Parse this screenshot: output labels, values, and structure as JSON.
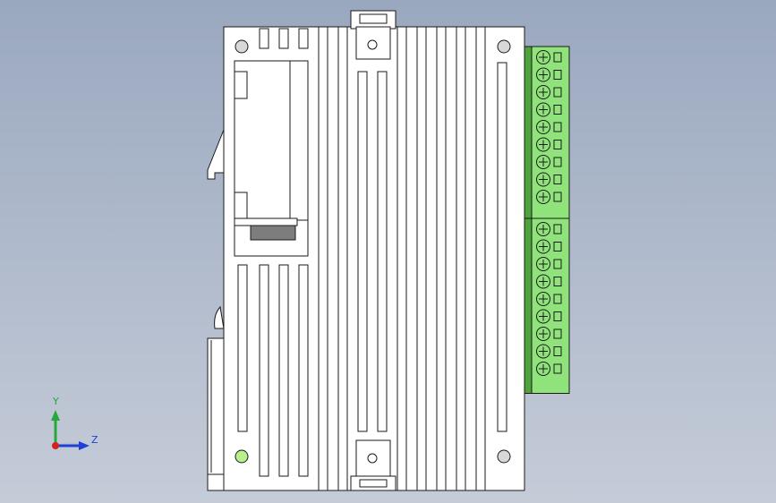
{
  "viewport": {
    "background_top": "#9aa8bf",
    "background_bottom": "#c5ccd8",
    "model_fill": "#ffffff",
    "model_line": "#1a1a1a",
    "terminal_green": "#8fe37a",
    "terminal_green_dark": "#4fa23c",
    "window_dark": "#7d7d7d",
    "led_color": "#b8f08c"
  },
  "triad": {
    "y_label": "Y",
    "z_label": "Z",
    "y_color": "#27a83a",
    "z_color": "#1f3fd6",
    "x_color": "#d61f1f"
  },
  "terminal_blocks": {
    "upper_count": 9,
    "lower_count": 9
  }
}
